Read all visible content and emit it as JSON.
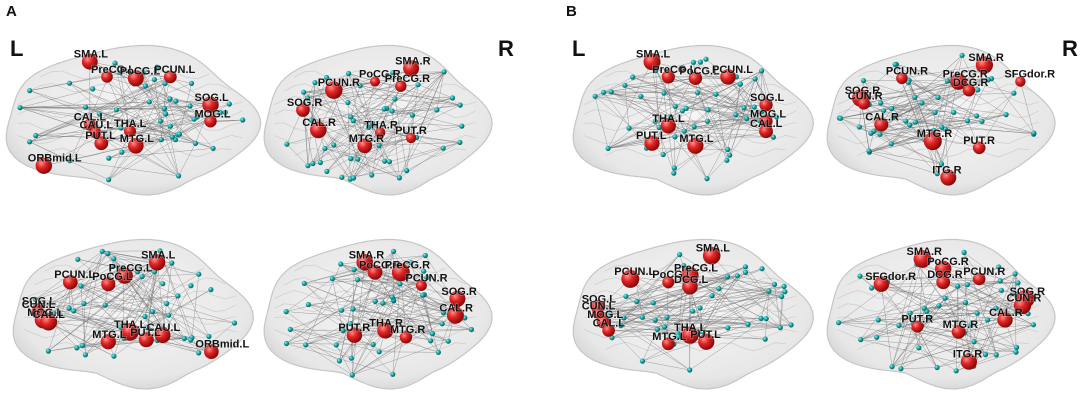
{
  "panels": [
    {
      "letter": "A",
      "left_label": "L",
      "right_label": "R",
      "views": [
        {
          "view": "left lateral",
          "labels": [
            "SMA.L",
            "PreCG.L",
            "PoCG.L",
            "PCUN.L",
            "SOG.L",
            "MOG.L",
            "CAL.L",
            "CAU.L",
            "THA.L",
            "PUT.L",
            "MTG.L",
            "ORBmid.L"
          ]
        },
        {
          "view": "right lateral",
          "labels": [
            "SMA.R",
            "PoCG.R",
            "PreCG.R",
            "PCUN.R",
            "SOG.R",
            "CAL.R",
            "THA.R",
            "PUT.R",
            "MTG.R"
          ]
        },
        {
          "view": "left medial",
          "labels": [
            "SMA.L",
            "PreCG.L",
            "PCUN.L",
            "PoCG.L",
            "SOG.L",
            "CUN.L",
            "MOG.L",
            "CAL.L",
            "THA.L",
            "PUT.L",
            "CAU.L",
            "MTG.L",
            "ORBmid.L"
          ]
        },
        {
          "view": "right medial",
          "labels": [
            "SMA.R",
            "PoCG.R",
            "PreCG.R",
            "PCUN.R",
            "SOG.R",
            "CAL.R",
            "PUT.R",
            "THA.R",
            "MTG.R"
          ]
        }
      ]
    },
    {
      "letter": "B",
      "left_label": "L",
      "right_label": "R",
      "views": [
        {
          "view": "left lateral",
          "labels": [
            "SMA.L",
            "PreCG.L",
            "PoCG.L",
            "PCUN.L",
            "SOG.L",
            "MOG.L",
            "CAL.L",
            "THA.L",
            "PUT.L",
            "MTG.L"
          ]
        },
        {
          "view": "right lateral",
          "labels": [
            "SMA.R",
            "PCUN.R",
            "PreCG.R",
            "DCG.R",
            "SFGdor.R",
            "SOG.R",
            "CUN.R",
            "CAL.R",
            "MTG.R",
            "PUT.R",
            "ITG.R"
          ]
        },
        {
          "view": "left medial",
          "labels": [
            "SMA.L",
            "PCUN.L",
            "PoCG.L",
            "PreCG.L",
            "DCG.L",
            "SOG.L",
            "CUN.L",
            "MOG.L",
            "CAL.L",
            "THA.L",
            "PUT.L",
            "MTG.L"
          ]
        },
        {
          "view": "right medial",
          "labels": [
            "SMA.R",
            "PoCG.R",
            "SFGdor.R",
            "DCG.R",
            "PCUN.R",
            "SOG.R",
            "CUN.R",
            "PUT.R",
            "CAL.R",
            "MTG.R",
            "ITG.R"
          ]
        }
      ]
    }
  ],
  "colors": {
    "hub_node": "#d81e1e",
    "node": "#1aa6a6",
    "edge": "#6f6f6f",
    "brain": "#d9d9d9"
  }
}
